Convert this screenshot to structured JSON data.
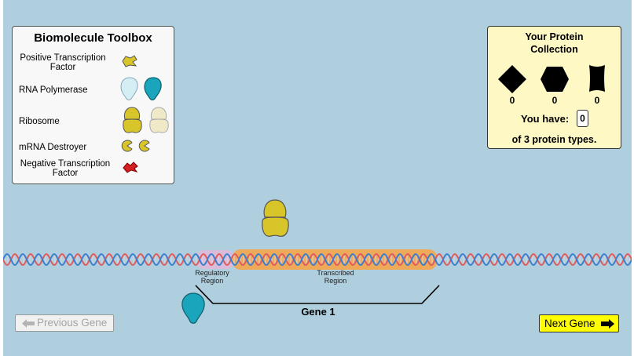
{
  "toolbox": {
    "title": "Biomolecule Toolbox",
    "items": [
      {
        "label": "Positive Transcription Factor",
        "icon": "positive-transcription-factor-icon"
      },
      {
        "label": "RNA Polymerase",
        "icon": "rna-polymerase-icon"
      },
      {
        "label": "Ribosome",
        "icon": "ribosome-icon"
      },
      {
        "label": "mRNA Destroyer",
        "icon": "mrna-destroyer-icon"
      },
      {
        "label": "Negative Transcription Factor",
        "icon": "negative-transcription-factor-icon"
      }
    ]
  },
  "collection": {
    "title": "Your Protein Collection",
    "proteins": [
      {
        "shape": "diamond",
        "count": "0"
      },
      {
        "shape": "hexagon",
        "count": "0"
      },
      {
        "shape": "barrel",
        "count": "0"
      }
    ],
    "you_have_label": "You have:",
    "you_have_value": "0",
    "total_label": "of 3 protein types."
  },
  "gene": {
    "regulatory_label": "Regulatory Region",
    "transcribed_label": "Transcribed Region",
    "name": "Gene 1"
  },
  "nav": {
    "prev_label": "Previous Gene",
    "next_label": "Next Gene"
  },
  "colors": {
    "background": "#b0cfde",
    "dna_strand_red": "#e05b5b",
    "dna_strand_blue": "#3a7fd0",
    "transcribed_highlight": "#f5a44a",
    "regulatory_highlight": "#e8b6d8",
    "ribosome": "#d8c52a",
    "polymerase": "#1aa5bd",
    "toolbox_bg": "#f8f8f8",
    "collection_bg": "#fdf8c4",
    "next_button": "#ffff00"
  }
}
